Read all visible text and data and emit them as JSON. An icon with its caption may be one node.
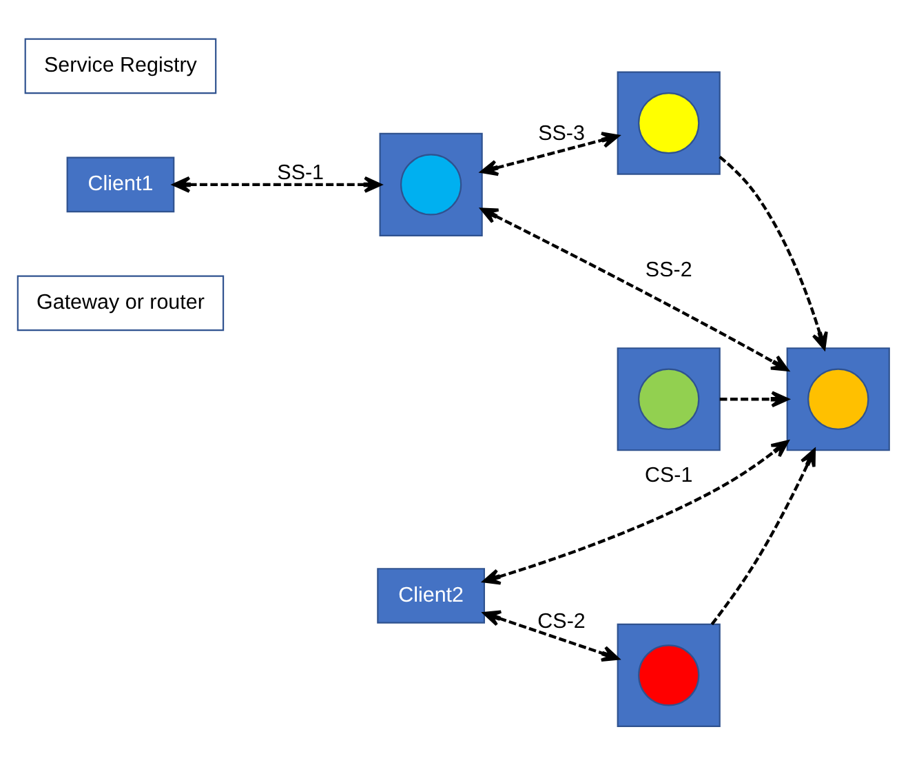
{
  "diagram": {
    "nodes": [
      {
        "text": [
          "Gateway or router"
        ]
      },
      {
        "text": [
          "Client1"
        ]
      },
      {
        "text": [],
        "shape": "box"
      },
      {
        "text": [],
        "shape": "circle",
        "in": 2
      },
      {
        "text": [],
        "shape": "box"
      },
      {
        "text": [],
        "shape": "circle",
        "in": 4
      },
      {
        "text": [],
        "shape": "box"
      },
      {
        "text": [],
        "shape": "circle",
        "in": 6
      },
      {
        "text": [
          "Client2"
        ]
      },
      {
        "text": [],
        "shape": "box"
      },
      {
        "text": [],
        "shape": "circle",
        "in": 9
      },
      {
        "text": [],
        "shape": "box"
      },
      {
        "text": [],
        "shape": "circle",
        "in": 11
      },
      {
        "text": [
          "Service Registry"
        ]
      }
    ],
    "edges": [
      {
        "from": 1,
        "to": 2,
        "label": "SS-1",
        "arrow": "both",
        "style": "dashed"
      },
      {
        "from": 2,
        "to": 4,
        "label": "SS-3",
        "arrow": "both",
        "style": "dashed"
      },
      {
        "from": 2,
        "to": 9,
        "label": "SS-2",
        "arrow": "both",
        "style": "dashed"
      },
      {
        "from": 4,
        "to": 9,
        "arrow": "to",
        "style": "dashed"
      },
      {
        "from": 6,
        "to": 9,
        "arrow": "to",
        "style": "dashed"
      },
      {
        "from": 8,
        "to": 9,
        "label": "CS-1",
        "arrow": "both",
        "style": "dashed"
      },
      {
        "from": 11,
        "to": 9,
        "arrow": "to",
        "style": "dashed"
      },
      {
        "from": 8,
        "to": 11,
        "label": "CS-2",
        "arrow": "both",
        "style": "dashed"
      }
    ]
  }
}
